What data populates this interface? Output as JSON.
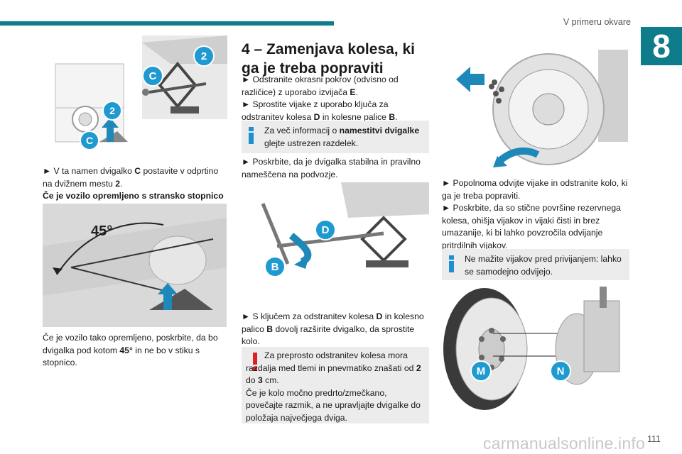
{
  "header": {
    "chapter_title": "V primeru okvare",
    "chapter_number": "8",
    "accent_color": "#0e7c8a"
  },
  "col1": {
    "figure1": {
      "labels": [
        "2",
        "C",
        "2",
        "C"
      ]
    },
    "step1_prefix": "►",
    "step1_text_a": "V ta namen dvigalko",
    "step1_bold_c": "C",
    "step1_text_b": "postavite v odprtino na dvižnem mestu",
    "step1_bold_2": "2",
    "step1_text_c": ".",
    "subheading": "Če je vozilo opremljeno s stransko stopnico",
    "figure2": {
      "angle_label": "45°"
    },
    "para2_a": "Če je vozilo tako opremljeno, poskrbite, da bo dvigalka pod kotom",
    "para2_bold": "45°",
    "para2_b": "in ne bo v stiku s stopnico."
  },
  "col2": {
    "heading": "4 – Zamenjava kolesa, ki ga je treba popraviti",
    "step_a_text": "Odstranite okrasni pokrov (odvisno od različice) z uporabo izvijača",
    "step_a_bold": "E",
    "step_b_text": "Sprostite vijake z uporabo ključa za odstranitev kolesa",
    "step_b_bold_d": "D",
    "step_b_text2": "in kolesne palice",
    "step_b_bold_b": "B",
    "info1_a": "Za več informacij o",
    "info1_bold": "namestitvi dvigalke",
    "info1_b": "glejte ustrezen razdelek.",
    "step_c_text": "Poskrbite, da je dvigalka stabilna in pravilno nameščena na podvozje.",
    "figure3": {
      "labels": [
        "D",
        "B"
      ]
    },
    "step_d_a": "S ključem za odstranitev kolesa",
    "step_d_bold_d": "D",
    "step_d_b": "in kolesno palico",
    "step_d_bold_b": "B",
    "step_d_c": "dovolj razširite dvigalko, da sprostite kolo.",
    "warn_line1": "Za preprosto odstranitev kolesa mora razdalja med tlemi in pnevmatiko znašati od",
    "warn_bold_2": "2",
    "warn_do": "do",
    "warn_bold_3": "3",
    "warn_cm": "cm.",
    "warn_line2": "Če je kolo močno predrto/zmečkano, povečajte razmik, a ne upravljajte dvigalke do položaja največjega dviga."
  },
  "col3": {
    "step_e_text": "Popolnoma odvijte vijake in odstranite kolo, ki ga je treba popraviti.",
    "step_f_text": "Poskrbite, da so stične površine rezervnega kolesa, ohišja vijakov in vijaki čisti in brez umazanije, ki bi lahko povzročila odvijanje pritrdilnih vijakov.",
    "info2": "Ne mažite vijakov pred privijanjem: lahko se samodejno odvijejo.",
    "figure5": {
      "labels": [
        "M",
        "N"
      ]
    }
  },
  "footer": {
    "page_number": "111",
    "watermark": "carmanualsonline.info"
  },
  "icon_colors": {
    "label_badge": "#1e9ad0",
    "info": "#1e8fd0",
    "warning": "#e02020",
    "arrow": "#1e88b8"
  }
}
